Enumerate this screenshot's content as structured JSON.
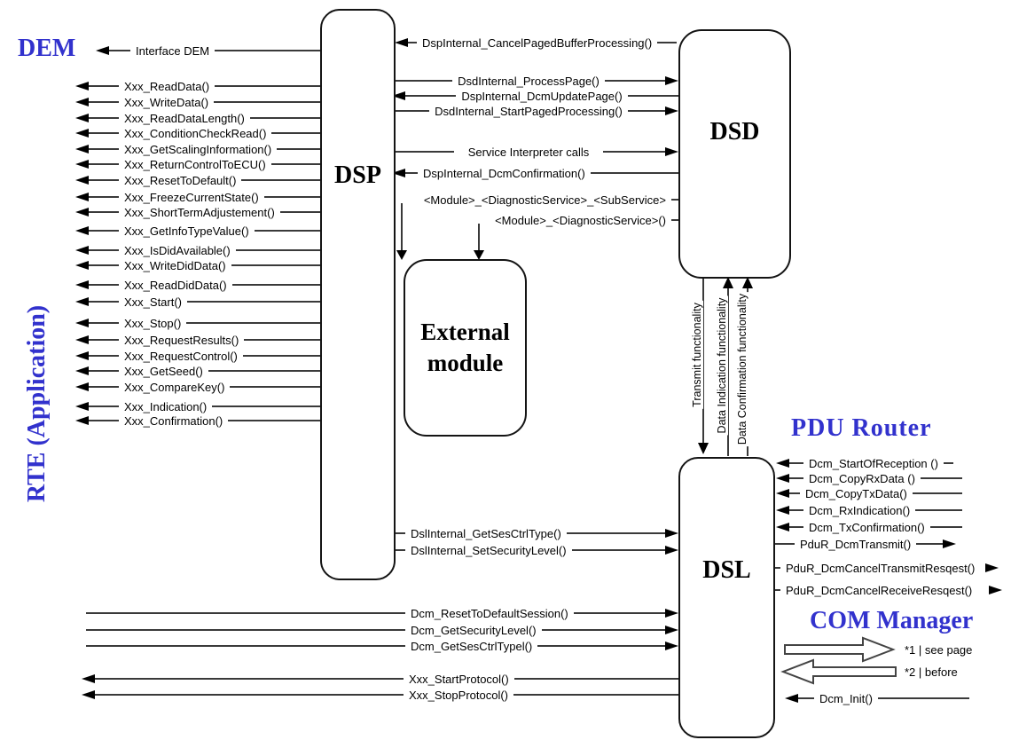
{
  "titles": {
    "dem": "DEM",
    "rte": "RTE (Application)",
    "pdu": "PDU Router",
    "com": "COM Manager"
  },
  "boxes": {
    "dsp": "DSP",
    "dsd": "DSD",
    "dsl": "DSL",
    "external": "External module"
  },
  "rte_calls": [
    "Interface DEM",
    "Xxx_ReadData()",
    "Xxx_WriteData()",
    "Xxx_ReadDataLength()",
    "Xxx_ConditionCheckRead()",
    "Xxx_GetScalingInformation()",
    "Xxx_ReturnControlToECU()",
    "Xxx_ResetToDefault()",
    "Xxx_FreezeCurrentState()",
    "Xxx_ShortTermAdjustement()",
    "Xxx_GetInfoTypeValue()",
    "Xxx_IsDidAvailable()",
    "Xxx_WriteDidData()",
    "Xxx_ReadDidData()",
    "Xxx_Start()",
    "Xxx_Stop()",
    "Xxx_RequestResults()",
    "Xxx_RequestControl()",
    "Xxx_GetSeed()",
    "Xxx_CompareKey()",
    "Xxx_Indication()",
    "Xxx_Confirmation()"
  ],
  "dsp_dsd_calls": [
    "DspInternal_CancelPagedBufferProcessing()",
    "DsdInternal_ProcessPage()",
    "DspInternal_DcmUpdatePage()",
    "DsdInternal_StartPagedProcessing()",
    "Service Interpreter calls",
    "DspInternal_DcmConfirmation()",
    "<Module>_<DiagnosticService>_<SubService>",
    "<Module>_<DiagnosticService>()"
  ],
  "dsd_dsl_links": [
    "Transmit functionality",
    "Data Indication functionality",
    "Data Confirmation functionality"
  ],
  "dsl_calls": [
    "DslInternal_GetSesCtrlType()",
    "DslInternal_SetSecurityLevel()",
    "Dcm_ResetToDefaultSession()",
    "Dcm_GetSecurityLevel()",
    "Dcm_GetSesCtrlTypel()",
    "Xxx_StartProtocol()",
    "Xxx_StopProtocol()"
  ],
  "pdu_calls": [
    "Dcm_StartOfReception ()",
    "Dcm_CopyRxData ()",
    "Dcm_CopyTxData()",
    "Dcm_RxIndication()",
    "Dcm_TxConfirmation()",
    "PduR_DcmTransmit()",
    "PduR_DcmCancelTransmitResqest()",
    "PduR_DcmCancelReceiveResqest()"
  ],
  "com": {
    "note1": "*1 | see page",
    "note2": "*2 | before",
    "init_call": "Dcm_Init()"
  },
  "colors": {
    "accent_blue": "#3232cd",
    "line": "#3a3a3a",
    "arrow": "#000000"
  }
}
